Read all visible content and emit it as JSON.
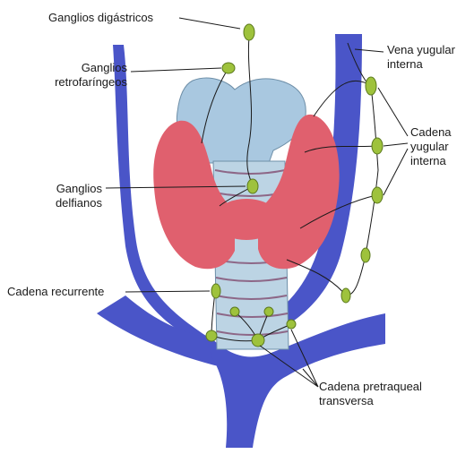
{
  "labels": {
    "ganglios_digastricos": "Ganglios digástricos",
    "ganglios_retrofaringeos_1": "Ganglios",
    "ganglios_retrofaringeos_2": "retrofaríngeos",
    "ganglios_delfianos_1": "Ganglios",
    "ganglios_delfianos_2": "delfianos",
    "cadena_recurrente": "Cadena recurrente",
    "vena_yugular_1": "Vena yugular",
    "vena_yugular_2": "interna",
    "cadena_yugular_1": "Cadena",
    "cadena_yugular_2": "yugular",
    "cadena_yugular_3": "interna",
    "cadena_pretraqueal_1": "Cadena pretraqueal",
    "cadena_pretraqueal_2": "transversa"
  },
  "colors": {
    "vein": "#4a55c8",
    "vein_dark": "#2f3a9e",
    "thyroid": "#e0606e",
    "larynx": "#a9c8e0",
    "trachea": "#bcd4e4",
    "node": "#9ec23c",
    "line": "#1a1a1a"
  }
}
